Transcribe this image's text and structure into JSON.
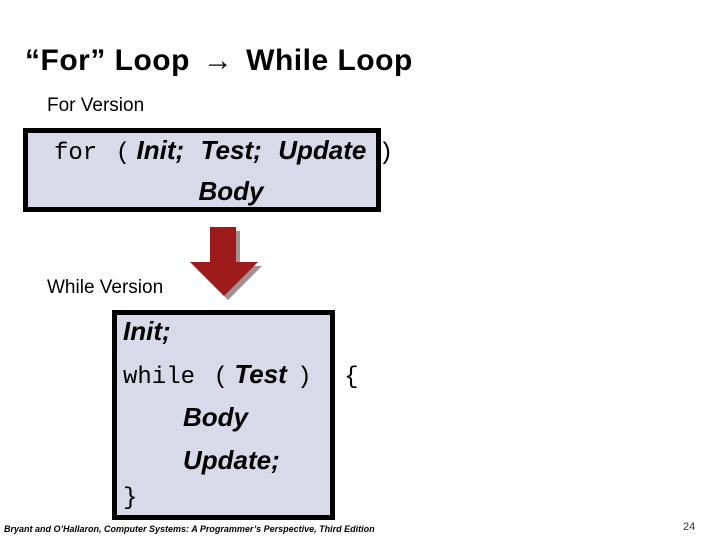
{
  "title": {
    "prefix": "“For” Loop",
    "arrow_icon": "→",
    "suffix": "While Loop"
  },
  "for_section": {
    "label": "For Version",
    "code": {
      "keyword": "for",
      "open_paren": "(",
      "init": "Init;",
      "test": "Test;",
      "update": "Update",
      "close_paren": ")",
      "body": "Body"
    }
  },
  "while_section": {
    "label": "While Version",
    "code": {
      "init": "Init;",
      "keyword": "while",
      "open_paren": "(",
      "test": "Test",
      "close_paren": ")",
      "open_brace": "{",
      "body": "Body",
      "update": "Update;",
      "close_brace": "}"
    }
  },
  "footer": {
    "attribution": "Bryant and O’Hallaron, Computer Systems: A Programmer’s Perspective, Third Edition",
    "page_number": "24"
  },
  "colors": {
    "background": "#ffffff",
    "text": "#000000",
    "box_fill": "#d9d9ea",
    "box_border": "#000000",
    "arrow_fill": "#9e1b1b",
    "arrow_shadow": "#a39090",
    "page_number_color": "#333333"
  }
}
